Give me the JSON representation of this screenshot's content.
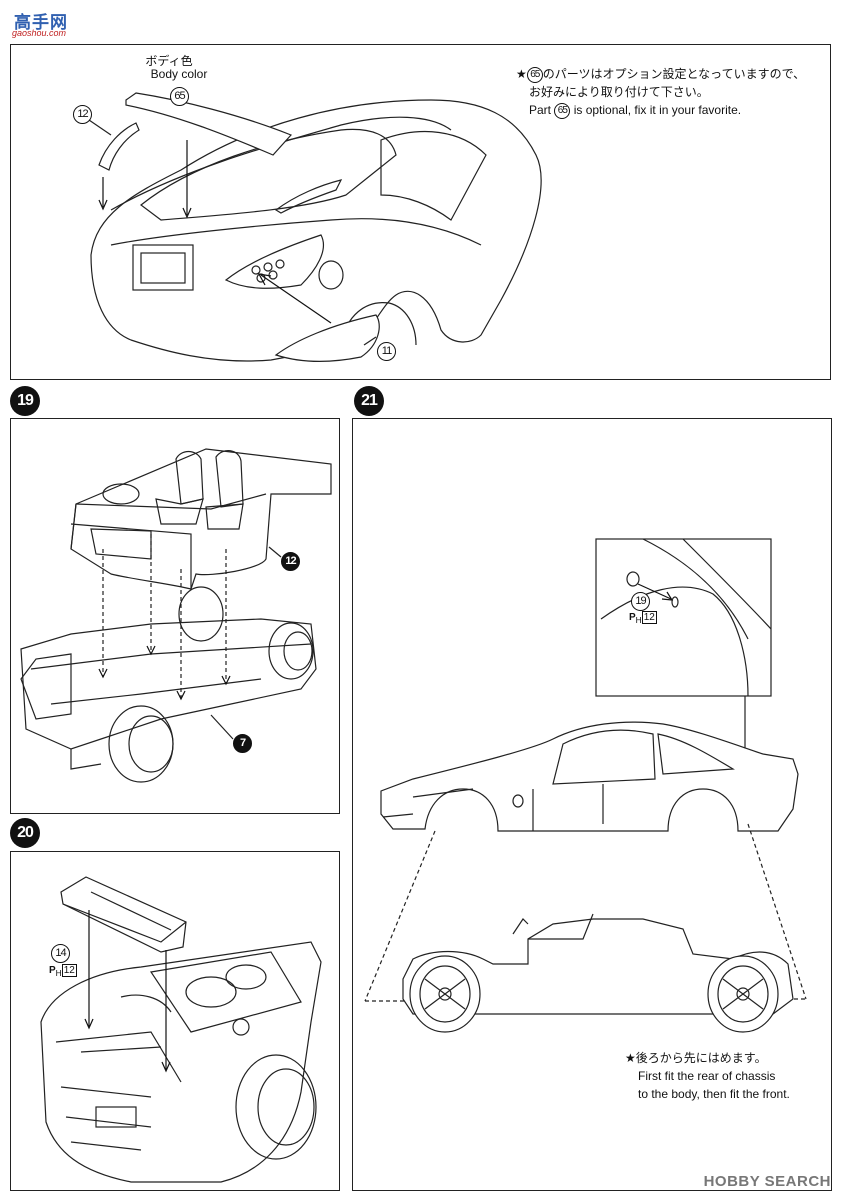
{
  "watermark": {
    "site_logo_top": "高手网",
    "site_logo_bottom": "gaoshou.com",
    "bottom_right": "HOBBY SEARCH"
  },
  "panel_top": {
    "body_color_jp": "ボディ色",
    "body_color_en": "Body color",
    "body_color_part": "65",
    "part_left": "12",
    "part_bottom": "11",
    "note_jp_line1_part": "65",
    "note_jp_line1": "のパーツはオプション設定となっていますので、",
    "note_jp_line2": "お好みにより取り付けて下さい。",
    "note_en_prefix": "Part",
    "note_en_part": "65",
    "note_en_suffix": "is optional, fix it in your favorite.",
    "star": "★"
  },
  "step19": {
    "number": "19",
    "part_upper": "12",
    "part_lower": "7"
  },
  "step20": {
    "number": "20",
    "part": "14",
    "paint_code": "H",
    "paint_num": "12",
    "paint_prefix": "P"
  },
  "step21": {
    "number": "21",
    "inset_part": "19",
    "inset_paint_code": "H",
    "inset_paint_num": "12",
    "inset_paint_prefix": "P",
    "star": "★",
    "note_jp": "後ろから先にはめます。",
    "note_en_line1": "First fit the rear of chassis",
    "note_en_line2": "to the body, then fit the front."
  }
}
